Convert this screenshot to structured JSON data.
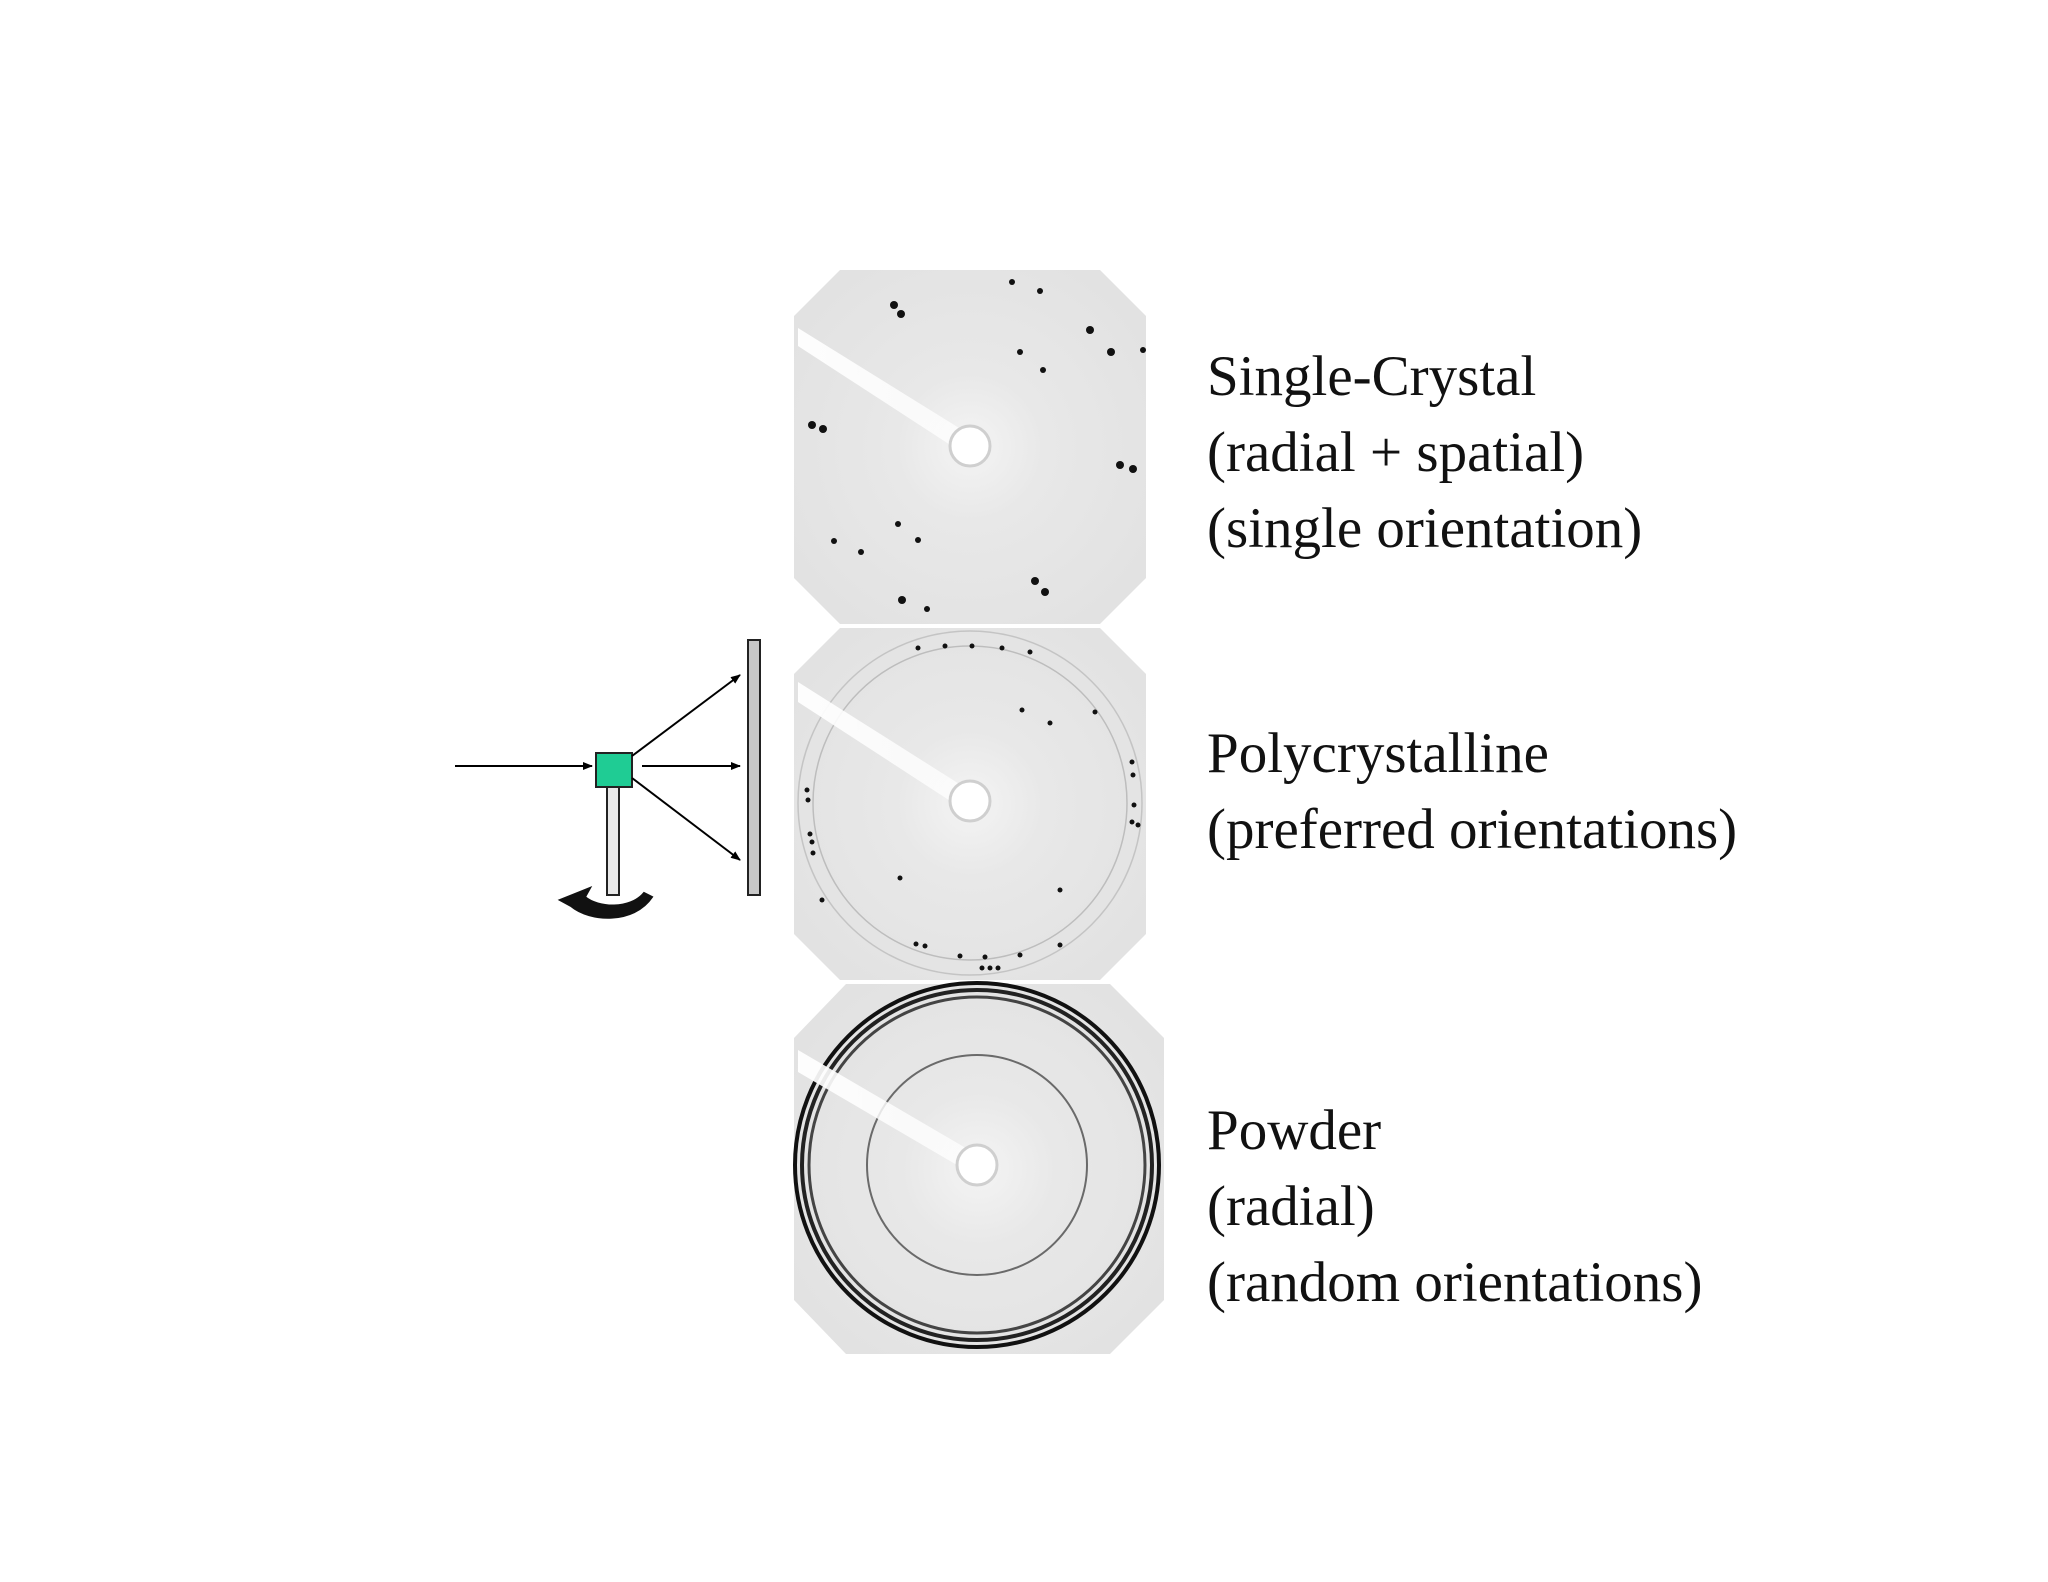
{
  "patterns": [
    {
      "id": "single",
      "lines": [
        "Single-Crystal",
        "(radial + spatial)",
        "(single orientation)"
      ]
    },
    {
      "id": "poly",
      "lines": [
        "Polycrystalline",
        "(preferred orientations)"
      ]
    },
    {
      "id": "powder",
      "lines": [
        "Powder",
        "(radial)",
        "(random orientations)"
      ]
    }
  ],
  "colors": {
    "sample": "#1fcc94",
    "detector_plate": "#c8c8c8",
    "pattern_background": "#e4e4e4",
    "spots": "#111111"
  },
  "icons": [
    "incident-beam-arrow",
    "sample-crystal",
    "rotation-arrow",
    "detector-plate"
  ]
}
